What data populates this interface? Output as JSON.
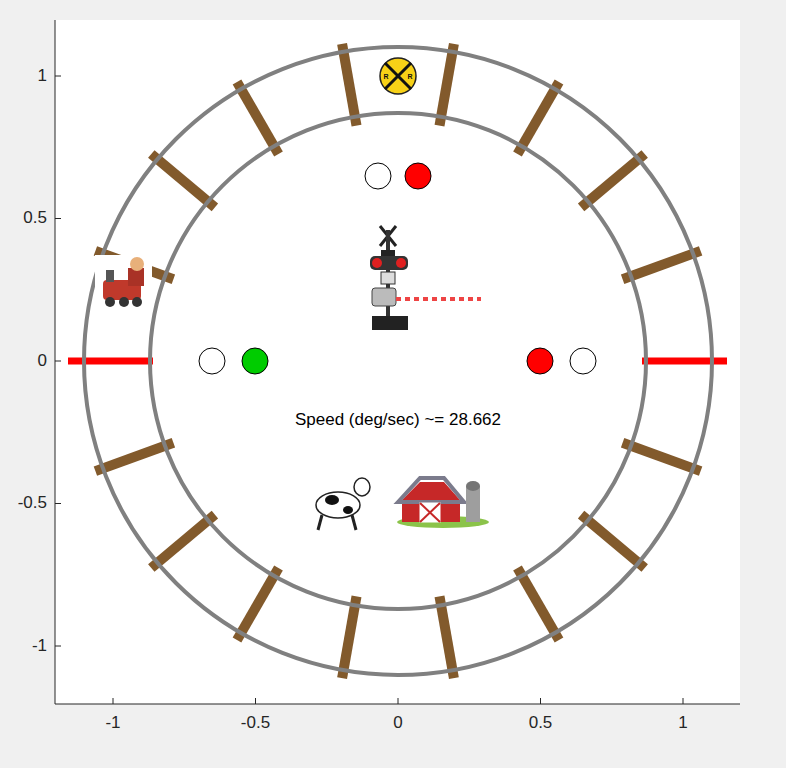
{
  "diagram": {
    "labels": [
      "1",
      "0.5",
      "0",
      "-0.5",
      "-1",
      "-1",
      "-0.5",
      "0",
      "0.5",
      "1",
      "Speed (deg/sec) ~= 28.662",
      "R",
      "R"
    ]
  }
}
